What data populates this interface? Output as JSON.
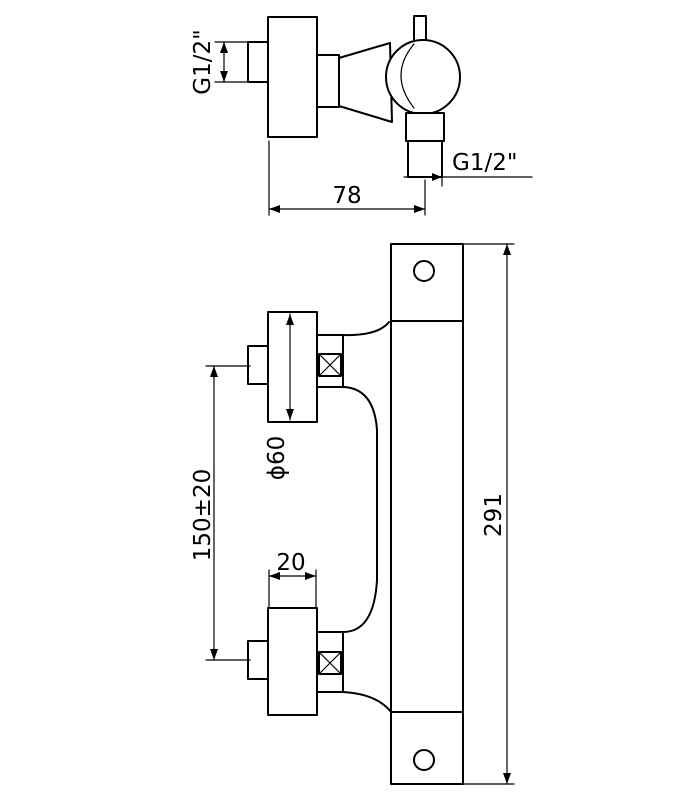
{
  "dimensions": {
    "inlet_thread_top": "G1/2\"",
    "outlet_thread": "G1/2\"",
    "depth": "78",
    "inlet_diameter": "ϕ60",
    "inlet_spacing": "150±20",
    "inlet_width": "20",
    "total_height": "291"
  }
}
